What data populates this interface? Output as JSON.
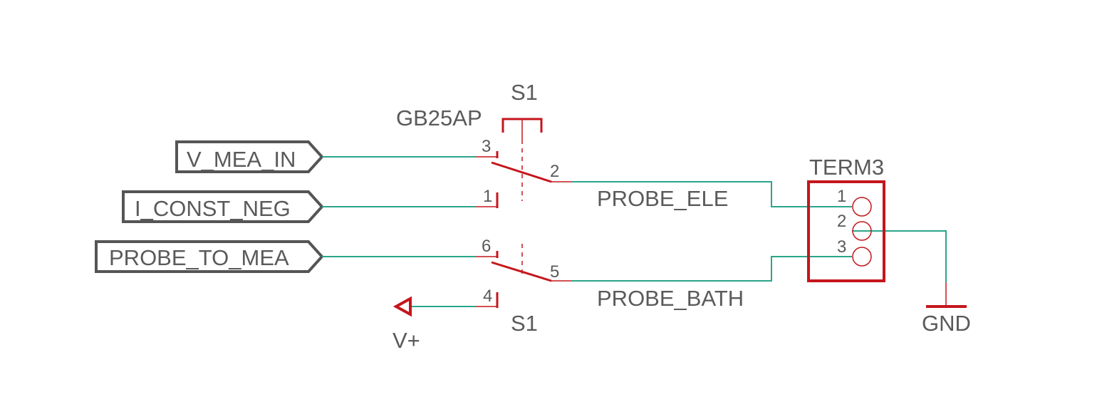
{
  "switch": {
    "name_top": "S1",
    "name_bottom": "S1",
    "value": "GB25AP",
    "pins": {
      "p1": "1",
      "p2": "2",
      "p3": "3",
      "p4": "4",
      "p5": "5",
      "p6": "6"
    }
  },
  "ports": {
    "v_mea_in": "V_MEA_IN",
    "i_const_neg": "I_CONST_NEG",
    "probe_to_mea": "PROBE_TO_MEA"
  },
  "nets": {
    "probe_ele": "PROBE_ELE",
    "probe_bath": "PROBE_BATH"
  },
  "terminal": {
    "name": "TERM3",
    "pins": {
      "p1": "1",
      "p2": "2",
      "p3": "3"
    }
  },
  "power": {
    "vplus": "V+",
    "gnd": "GND"
  },
  "colors": {
    "wire": "#2aa58a",
    "part": "#c4161c",
    "frame": "#555555",
    "text": "#5a5a5a"
  }
}
